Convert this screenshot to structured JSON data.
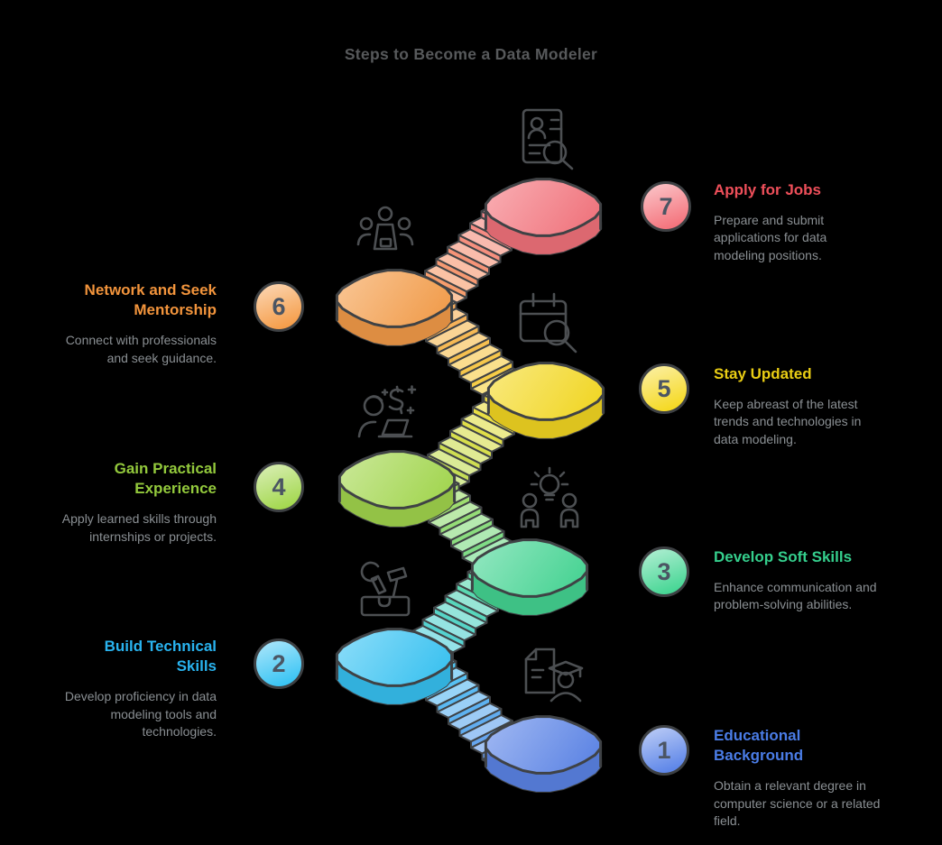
{
  "title": "Steps to Become a Data Modeler",
  "colors": {
    "background": "#000000",
    "outline": "#3f4245",
    "title_text": "#57595b",
    "description_text": "#8a8f93",
    "badge_number": "#4b5563",
    "icon_stroke": "#4c4f52"
  },
  "steps": [
    {
      "number": "1",
      "side": "right",
      "title": "Educational Background",
      "description": "Obtain a relevant degree in computer science or a related field.",
      "color": "#5c85e8",
      "title_color": "#4a7ce6",
      "icon": "graduate-document-icon"
    },
    {
      "number": "2",
      "side": "left",
      "title": "Build Technical Skills",
      "description": "Develop proficiency in data modeling tools and technologies.",
      "color": "#38c4f4",
      "title_color": "#29b3ef",
      "icon": "toolbox-icon"
    },
    {
      "number": "3",
      "side": "right",
      "title": "Develop Soft Skills",
      "description": "Enhance communication and problem-solving abilities.",
      "color": "#45d694",
      "title_color": "#35cf8d",
      "icon": "collaboration-idea-icon"
    },
    {
      "number": "4",
      "side": "left",
      "title": "Gain Practical Experience",
      "description": "Apply learned skills through internships or projects.",
      "color": "#a3d84e",
      "title_color": "#93c93c",
      "icon": "freelancer-laptop-icon"
    },
    {
      "number": "5",
      "side": "right",
      "title": "Stay Updated",
      "description": "Keep abreast of the latest trends and technologies in data modeling.",
      "color": "#f5d922",
      "title_color": "#e9cd14",
      "icon": "calendar-search-icon"
    },
    {
      "number": "6",
      "side": "left",
      "title": "Network and Seek Mentorship",
      "description": "Connect with professionals and seek guidance.",
      "color": "#f59d49",
      "title_color": "#f2943c",
      "icon": "meeting-icon"
    },
    {
      "number": "7",
      "side": "right",
      "title": "Apply for Jobs",
      "description": "Prepare and submit applications for data modeling positions.",
      "color": "#f4737c",
      "title_color": "#ee4f5a",
      "icon": "resume-search-icon"
    }
  ]
}
